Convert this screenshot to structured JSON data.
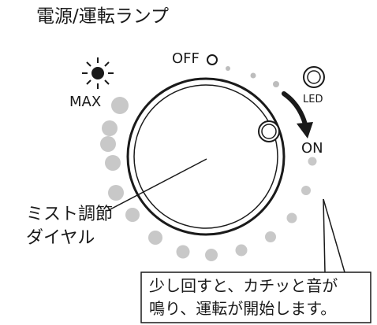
{
  "labels": {
    "title": "電源/運転ランプ",
    "max": "MAX",
    "off": "OFF",
    "led": "LED",
    "on": "ON",
    "dial_line1": "ミスト調節",
    "dial_line2": "ダイヤル",
    "note_line1": "少し回すと、カチッと音が",
    "note_line2": "鳴り、運転が開始します。"
  },
  "colors": {
    "line": "#1a1a1a",
    "dot_large": "#c8c8c8",
    "dot_small": "#bdbdbd"
  },
  "icons": {
    "lamp": "lamp-lit-icon",
    "off_marker": "ring-icon",
    "led": "led-bulb-icon",
    "rotation": "clockwise-arrow-icon"
  }
}
